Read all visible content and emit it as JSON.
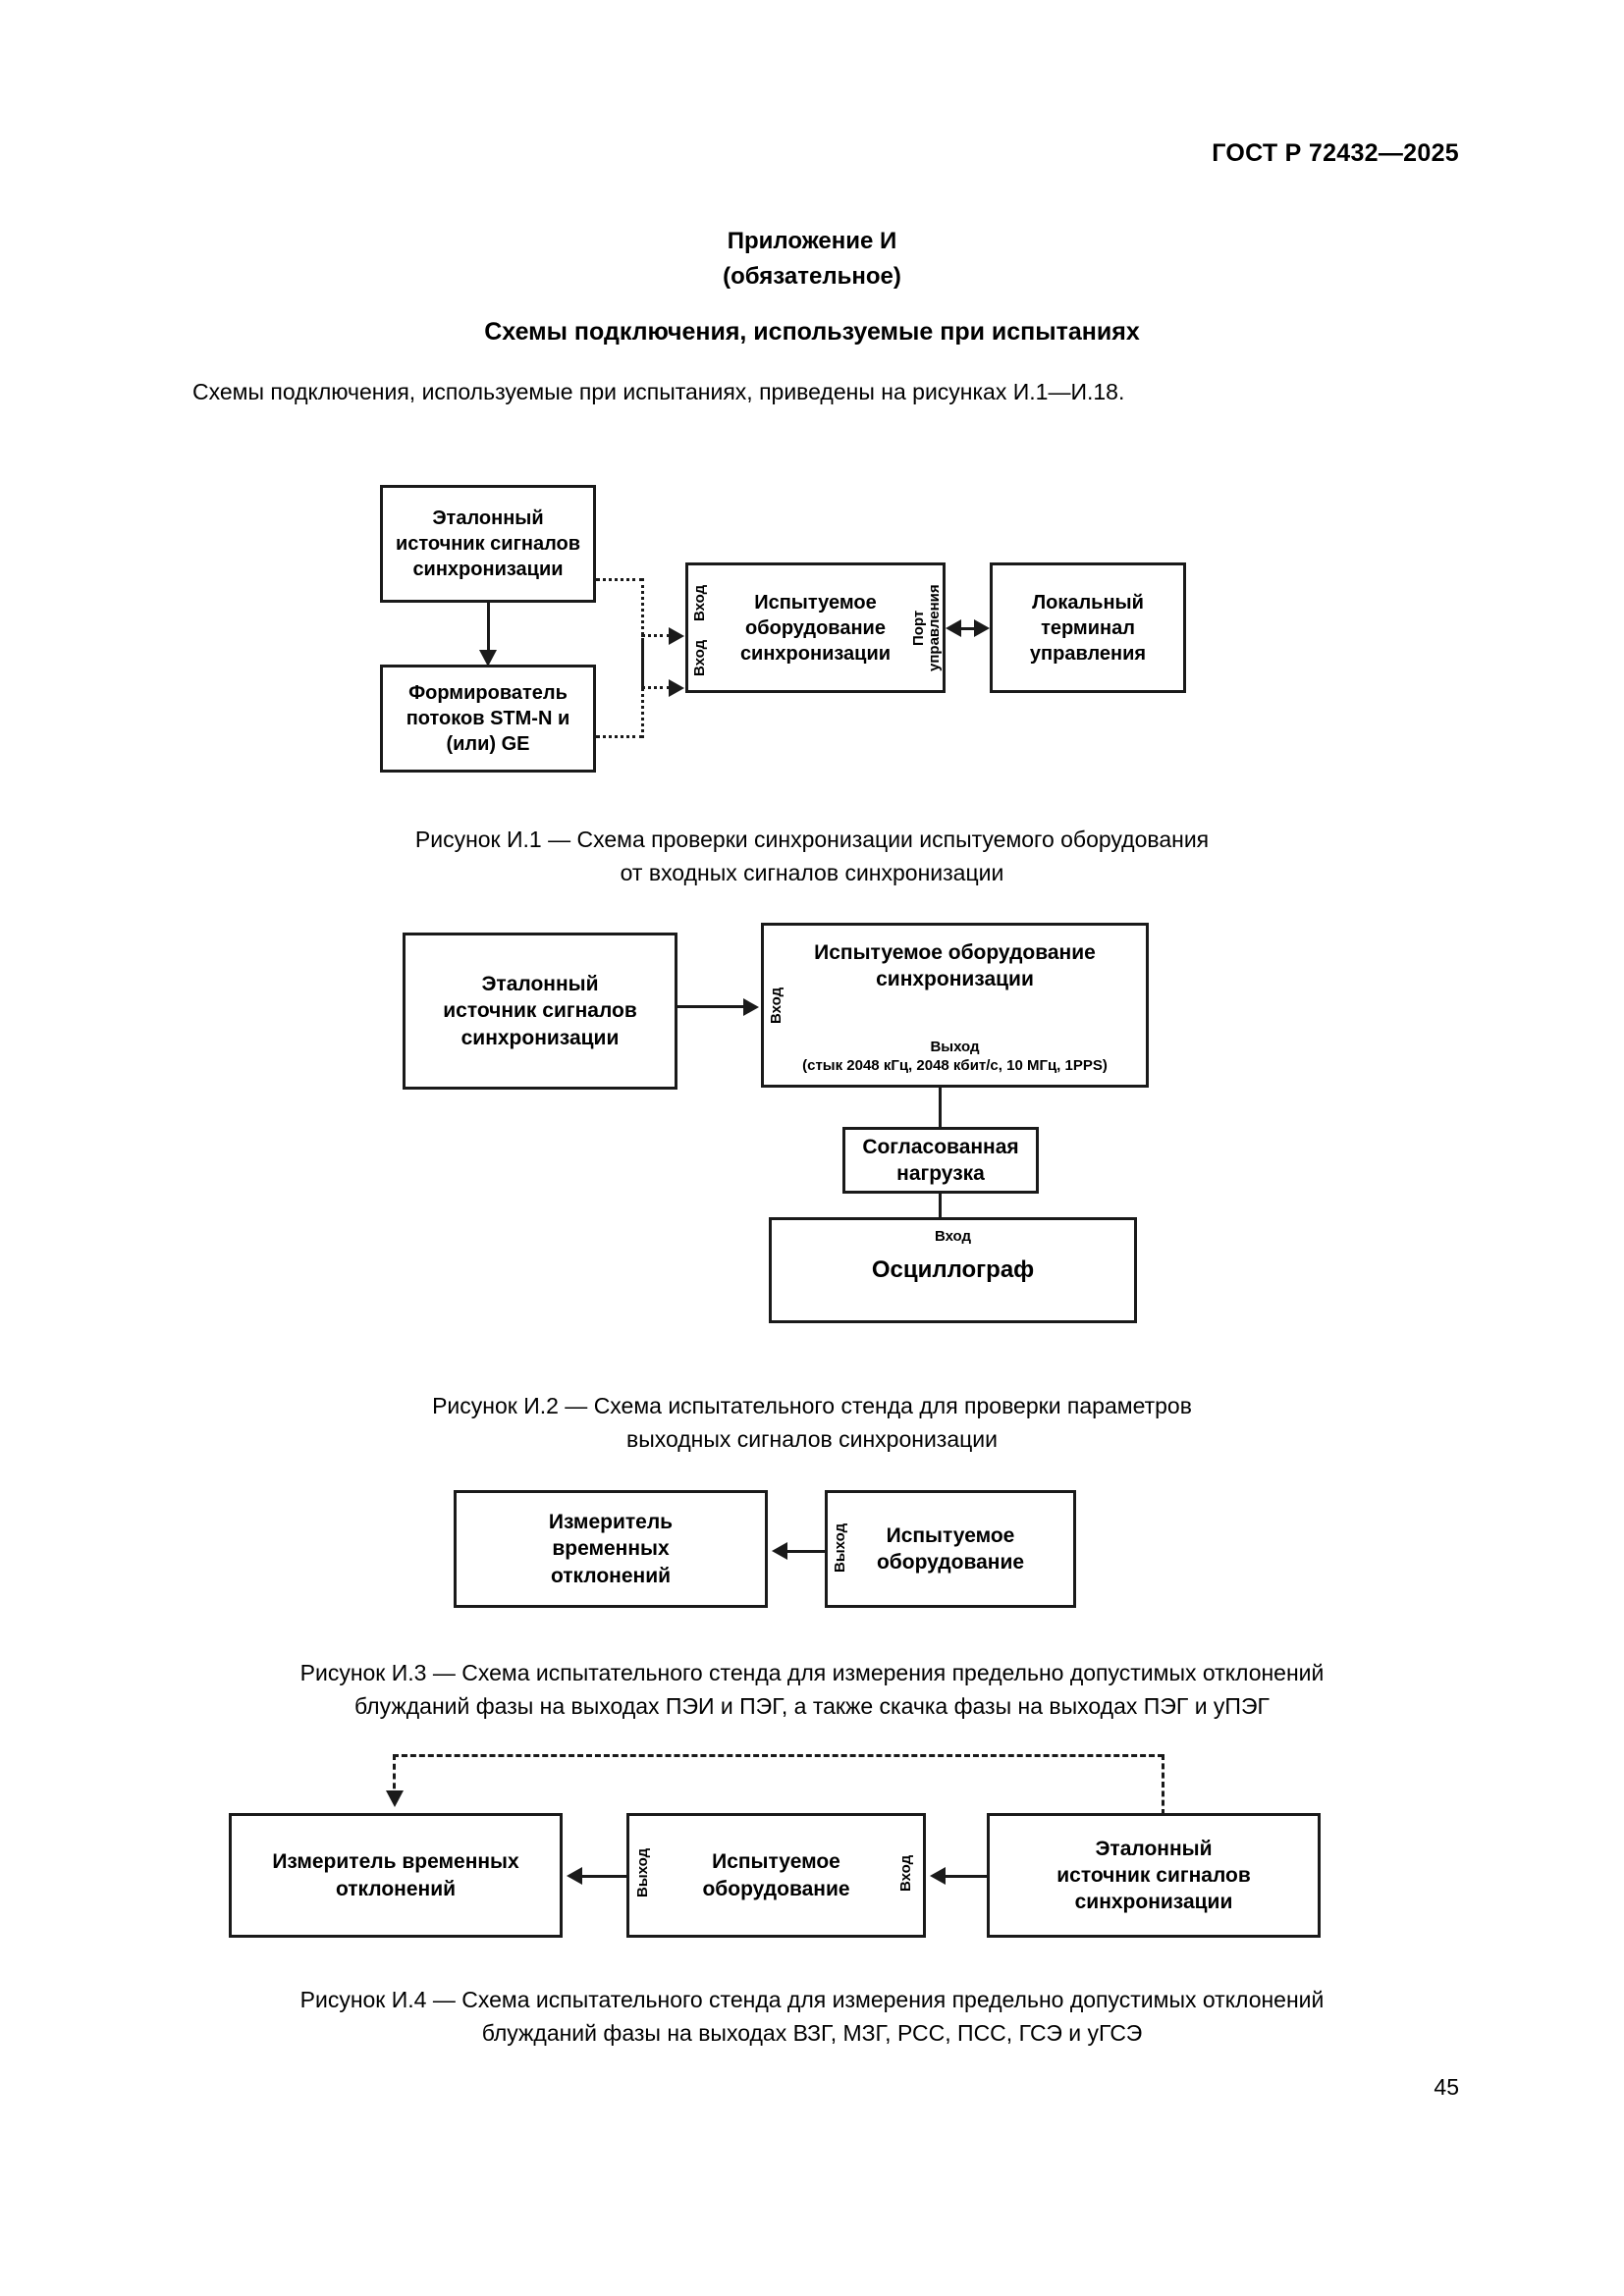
{
  "document": {
    "header": "ГОСТ Р 72432—2025",
    "page_number": "45"
  },
  "annex": {
    "title": "Приложение И",
    "subtitle": "(обязательное)",
    "section_title": "Схемы подключения, используемые при испытаниях",
    "intro": "Схемы подключения, используемые при испытаниях, приведены на рисунках И.1—И.18."
  },
  "figures": [
    {
      "id": "I.1",
      "caption_line1": "Рисунок И.1 — Схема проверки синхронизации испытуемого оборудования",
      "caption_line2": "от входных сигналов синхронизации",
      "blocks": {
        "reference_source": "Эталонный\nисточник сигналов\nсинхронизации",
        "reference_source_l1": "Эталонный",
        "reference_source_l2": "источник сигналов",
        "reference_source_l3": "синхронизации",
        "stream_generator_l1": "Формирователь",
        "stream_generator_l2": "потоков STM-N и",
        "stream_generator_l3": "(или) GE",
        "dut_l1": "Испытуемое",
        "dut_l2": "оборудование",
        "dut_l3": "синхронизации",
        "local_terminal_l1": "Локальный",
        "local_terminal_l2": "терминал",
        "local_terminal_l3": "управления"
      },
      "ports": {
        "input_a": "Вход",
        "input_b": "Вход",
        "mgmt_port_l1": "Порт",
        "mgmt_port_l2": "управления"
      }
    },
    {
      "id": "I.2",
      "caption_line1": "Рисунок И.2 — Схема испытательного стенда для проверки параметров",
      "caption_line2": "выходных сигналов синхронизации",
      "blocks": {
        "reference_source_l1": "Эталонный",
        "reference_source_l2": "источник сигналов",
        "reference_source_l3": "синхронизации",
        "dut_l1": "Испытуемое оборудование",
        "dut_l2": "синхронизации",
        "load_l1": "Согласованная",
        "load_l2": "нагрузка",
        "oscilloscope": "Осциллограф"
      },
      "ports": {
        "input": "Вход",
        "output_title": "Выход",
        "output_spec": "(стык 2048 кГц, 2048 кбит/с, 10 МГц, 1PPS)",
        "oscilloscope_input": "Вход"
      }
    },
    {
      "id": "I.3",
      "caption_line1": "Рисунок И.3 — Схема испытательного стенда для измерения предельно допустимых отклонений",
      "caption_line2": "блужданий фазы на выходах ПЭИ и ПЭГ, а также скачка фазы на выходах ПЭГ и уПЭГ",
      "blocks": {
        "tie_meter_l1": "Измеритель",
        "tie_meter_l2": "временных",
        "tie_meter_l3": "отклонений",
        "dut_l1": "Испытуемое",
        "dut_l2": "оборудование"
      },
      "ports": {
        "output": "Выход"
      }
    },
    {
      "id": "I.4",
      "caption_line1": "Рисунок И.4 — Схема испытательного стенда для измерения предельно допустимых отклонений",
      "caption_line2": "блужданий фазы на выходах ВЗГ, МЗГ, РСС, ПСС, ГСЭ и уГСЭ",
      "blocks": {
        "tie_meter_l1": "Измеритель временных",
        "tie_meter_l2": "отклонений",
        "dut_l1": "Испытуемое",
        "dut_l2": "оборудование",
        "reference_source_l1": "Эталонный",
        "reference_source_l2": "источник сигналов",
        "reference_source_l3": "синхронизации"
      },
      "ports": {
        "output": "Выход",
        "input": "Вход"
      }
    }
  ],
  "colors": {
    "ink": "#1a1a1a",
    "paper": "#ffffff"
  }
}
